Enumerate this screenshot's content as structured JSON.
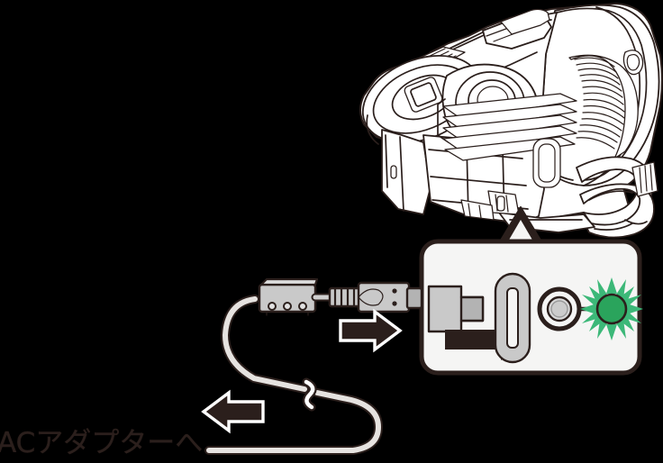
{
  "figure": {
    "kind": "instruction-illustration",
    "subject": "camcorder-dc-power-connection",
    "background_color": "#000000",
    "line_color": "#2b1f1c",
    "outline_color": "#ffffff",
    "panel_fill": "#f5f5f4",
    "metal_fill": "#c9c9c9",
    "metal_fill_dark": "#b3b3b3",
    "led_green": "#2aa45c",
    "led_green_rays": "#3cb878"
  },
  "labels": {
    "ac_adapter_caption": "ACアダプターへ"
  },
  "callout": {
    "name": "dc-input-detail-panel",
    "items": {
      "connector_label": "DC connector plug",
      "port_label": "DC input terminal",
      "lamp_label": "power/charge lamp",
      "lamp_state": "lit green"
    }
  },
  "arrows": [
    {
      "name": "insert-arrow-outline",
      "direction": "right",
      "style": "outlined"
    },
    {
      "name": "insert-arrow-solid",
      "direction": "right",
      "style": "solid"
    },
    {
      "name": "to-ac-adapter-arrow",
      "direction": "left",
      "style": "outlined"
    }
  ],
  "device": {
    "name": "camcorder",
    "view": "rear-three-quarter",
    "parts": [
      "viewfinder-eyecup",
      "lens-barrel",
      "lens-hood",
      "grip-strap",
      "dc-terminal-cover",
      "accessory-shoe"
    ]
  }
}
